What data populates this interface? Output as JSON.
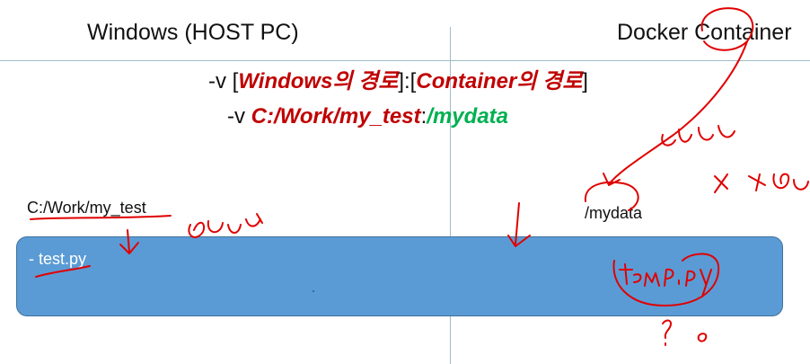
{
  "headers": {
    "left": "Windows (HOST PC)",
    "right": "Docker Container"
  },
  "syntax_line": {
    "prefix": "-v [",
    "windows_part": "Windows의 경로",
    "middle": "]:[",
    "container_part": "Container의 경로",
    "suffix": "]"
  },
  "example_line": {
    "prefix": "-v ",
    "host_path": "C:/Work/my_test",
    "separator": ":",
    "container_path": "/mydata"
  },
  "host_dir_label": "C:/Work/my_test",
  "container_dir_label": "/mydata",
  "shared_file": "- test.py",
  "colors": {
    "red_text": "#c00000",
    "green_text": "#00b050",
    "shared_band": "#5b9bd5",
    "annotation_ink": "#e00000",
    "divider": "#9fbcc8"
  }
}
